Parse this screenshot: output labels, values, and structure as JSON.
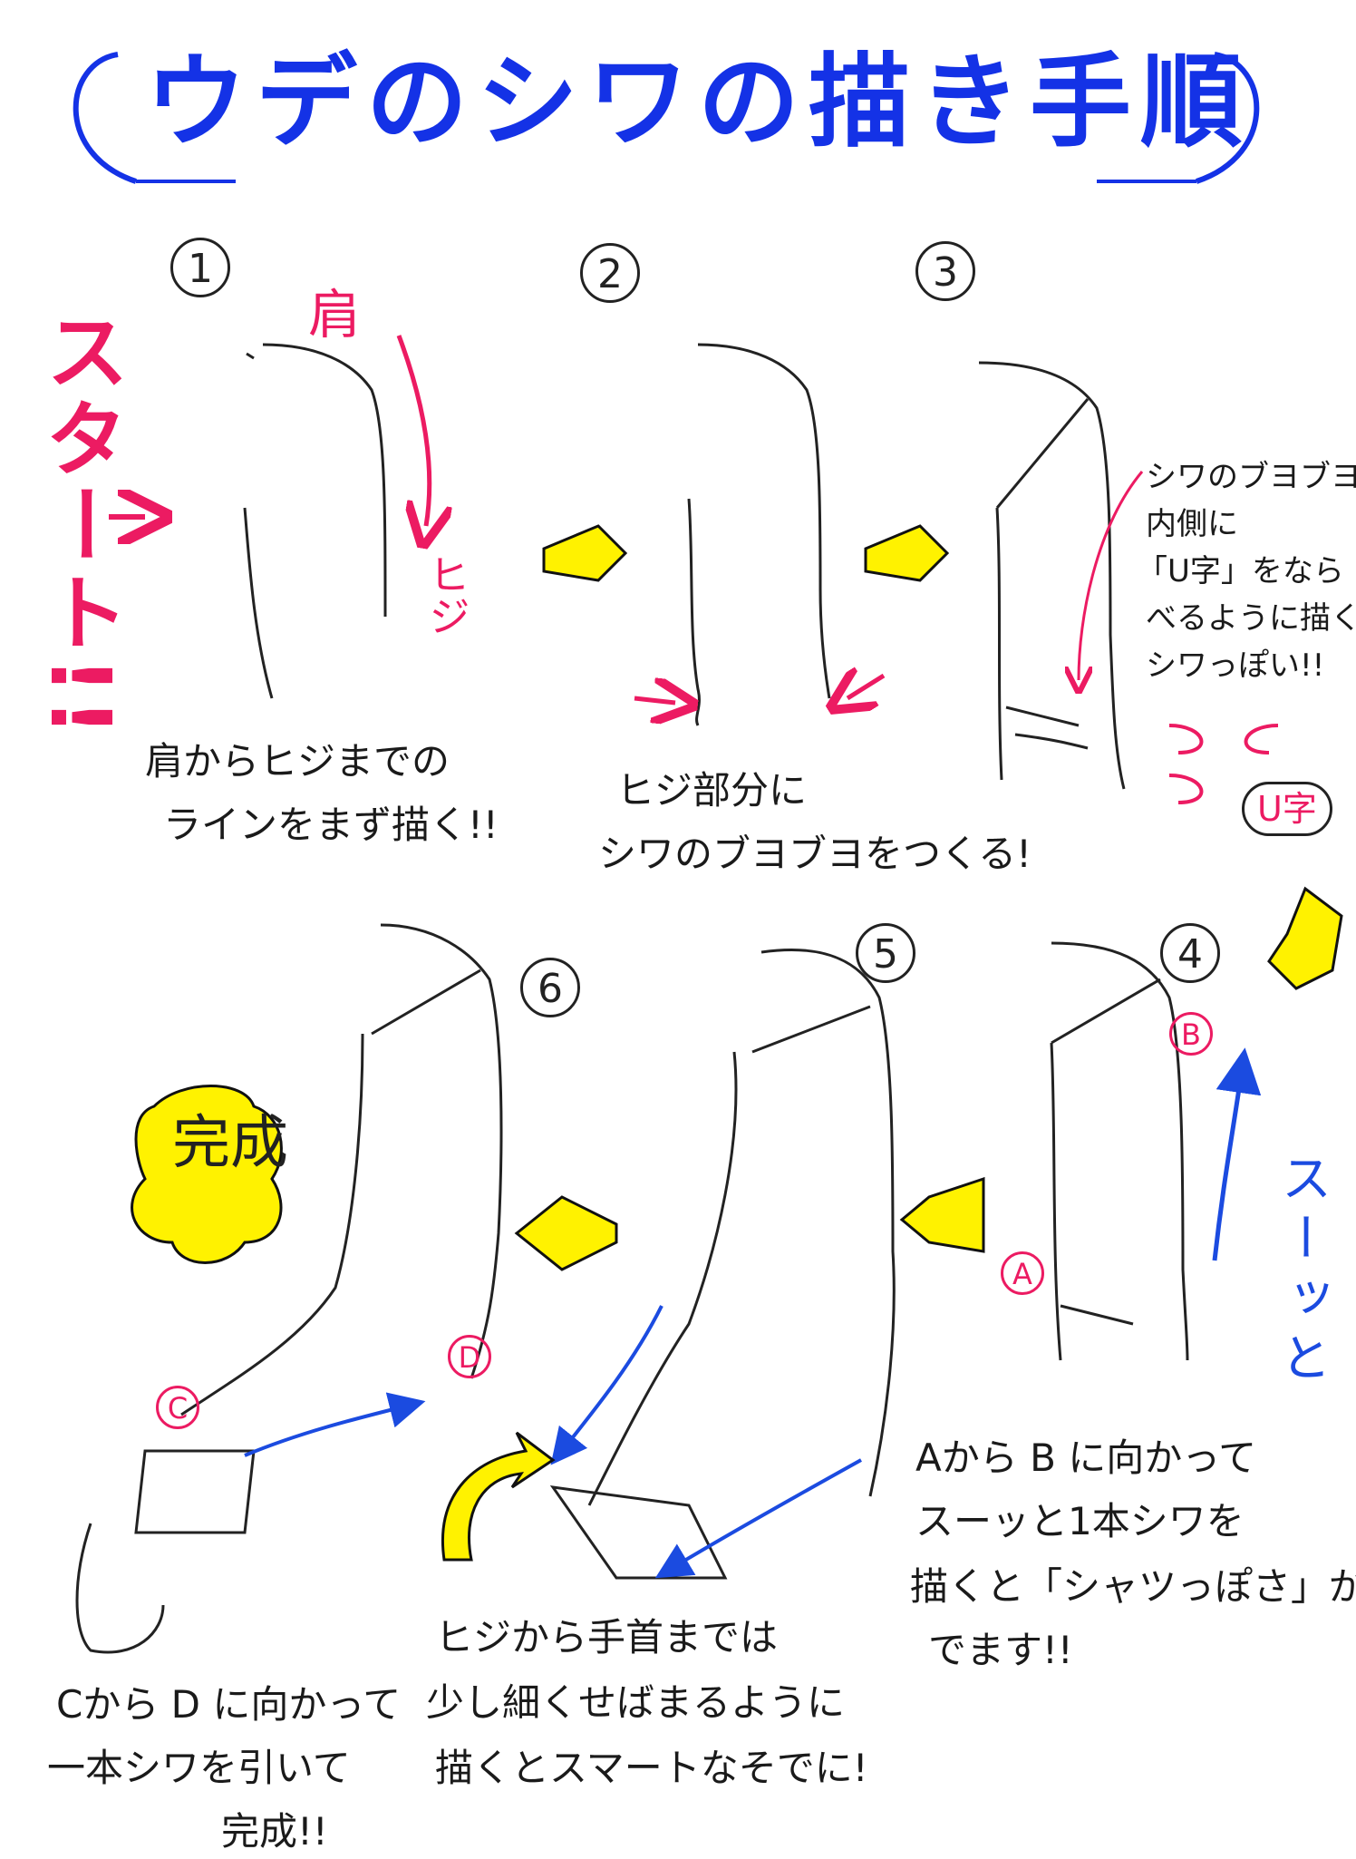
{
  "title": "ウデのシワの描き手順",
  "start_label": "スタート!!",
  "steps": [
    {
      "num": "1"
    },
    {
      "num": "2"
    },
    {
      "num": "3"
    },
    {
      "num": "4"
    },
    {
      "num": "5"
    },
    {
      "num": "6"
    }
  ],
  "labels": {
    "shoulder": "肩",
    "elbow": "ヒジ",
    "u_pill": "U字",
    "done": "完成",
    "suutto_vertical": "スーッと",
    "marker_a": "A",
    "marker_b": "B",
    "marker_c": "C",
    "marker_d": "D"
  },
  "notes": {
    "step1": [
      "肩からヒジまでの",
      "ラインをまず描く!!"
    ],
    "step2": [
      "ヒジ部分に",
      "シワのブヨブヨをつくる!"
    ],
    "step3": [
      "シワのブヨブヨの",
      "内側に",
      "「U字」をなら",
      "べるように描くと",
      "シワっぽい!!"
    ],
    "step4": [
      "Aから B に向かって",
      "スーッと1本シワを",
      "描くと「シャツっぽさ」が",
      "でます!!"
    ],
    "step5": [
      "ヒジから手首までは",
      "少し細くせばまるように",
      "描くとスマートなそでに!"
    ],
    "step6": [
      "Cから D に向かって",
      "一本シワを引いて",
      "完成!!"
    ]
  },
  "colors": {
    "title": "#1432e6",
    "accent_pink": "#ec1b62",
    "accent_blue": "#1b4be0",
    "arrow_yellow": "#fff200",
    "ink": "#1a1a1a"
  }
}
